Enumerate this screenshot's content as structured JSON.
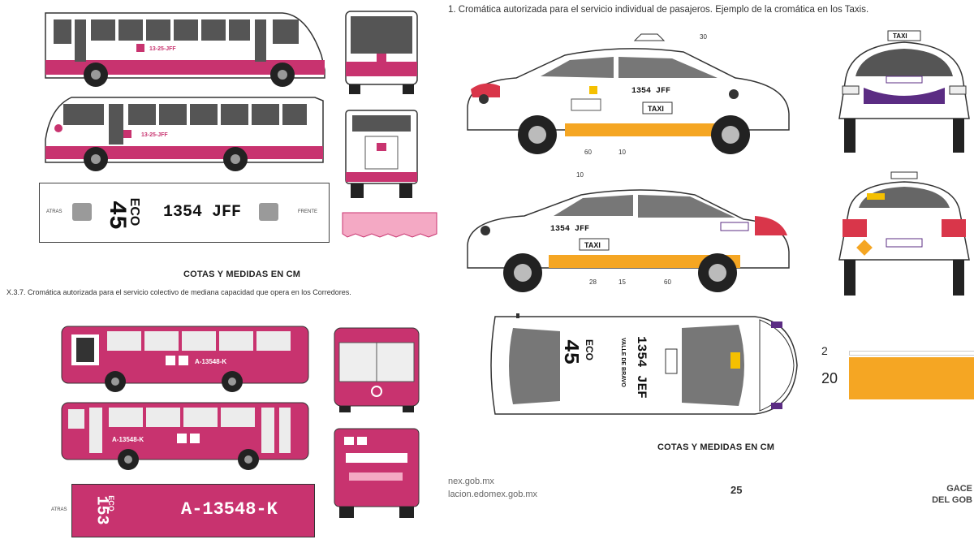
{
  "colors": {
    "magenta": "#c8336f",
    "pink": "#f4a9c4",
    "taxi_orange": "#f5a623",
    "purple": "#5b2c83",
    "gray": "#9a9a9a"
  },
  "page": {
    "number": "25",
    "footer_left_1": "nex.gob.mx",
    "footer_left_2": "lacion.edomex.gob.mx",
    "gaceta_top": "GACE",
    "gaceta_bottom": "DEL GOB"
  },
  "left": {
    "caption": "COTAS Y MEDIDAS EN CM",
    "section_heading": "X.3.7. Cromática autorizada para el servicio colectivo de mediana capacidad que opera en los Corredores.",
    "panel1": {
      "atras": "ATRAS",
      "frente": "FRENTE",
      "eco_label": "ECO",
      "eco_num": "45",
      "plate": "1354 JFF"
    },
    "bus_plate": "13-25-JFF",
    "panel2": {
      "atras": "ATRAS",
      "eco_label": "ECO",
      "eco_num": "153",
      "plate": "A-13548-K"
    },
    "bus2_plate": "A-13548-K"
  },
  "right": {
    "heading": "1.   Cromática autorizada para el servicio individual de pasajeros. Ejemplo de la cromática en los Taxis.",
    "taxi_label": "TAXI",
    "plate": "1354 JFF",
    "plate_top": "1354 JEF",
    "eco_label": "ECO",
    "eco_num": "45",
    "valle": "VALLE DE BRAVO",
    "caption": "COTAS Y MEDIDAS EN CM",
    "stripe_dims": {
      "top": "2",
      "bottom": "20"
    },
    "side_dims": {
      "a": "60",
      "b": "10",
      "c": "28",
      "d": "15",
      "e": "60",
      "f": "30",
      "g": "10"
    }
  }
}
